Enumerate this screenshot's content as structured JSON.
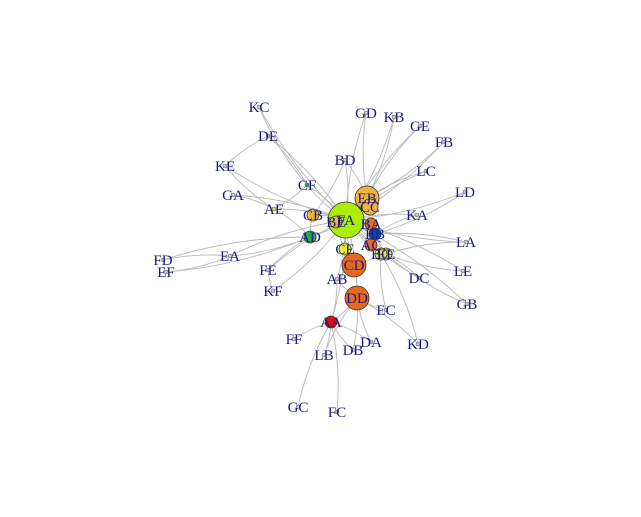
{
  "graph": {
    "nodes": [
      {
        "id": "FA",
        "label": "FA",
        "size": "huge",
        "color": "#aaee00"
      },
      {
        "id": "EB",
        "label": "EB",
        "size": "large",
        "color": "#f0b43c"
      },
      {
        "id": "CC",
        "label": "CC",
        "size": "medium",
        "color": "#f0b43c"
      },
      {
        "id": "CB",
        "label": "CB",
        "size": "small",
        "color": "#f0b43c"
      },
      {
        "id": "BE",
        "label": "BE",
        "size": "small",
        "color": "#f0b43c"
      },
      {
        "id": "CD",
        "label": "CD",
        "size": "large",
        "color": "#e8681e"
      },
      {
        "id": "DD",
        "label": "DD",
        "size": "large",
        "color": "#e8681e"
      },
      {
        "id": "BA",
        "label": "BA",
        "size": "small",
        "color": "#e8681e"
      },
      {
        "id": "AC",
        "label": "AC",
        "size": "small",
        "color": "#e8681e"
      },
      {
        "id": "CE",
        "label": "CE",
        "size": "small",
        "color": "#e8e830"
      },
      {
        "id": "EE",
        "label": "EE",
        "size": "small",
        "color": "#e8e830"
      },
      {
        "id": "BC",
        "label": "BC",
        "size": "small",
        "color": "#e8e830"
      },
      {
        "id": "AD",
        "label": "AD",
        "size": "small",
        "color": "#22aa44"
      },
      {
        "id": "BB",
        "label": "BB",
        "size": "small",
        "color": "#1144aa"
      },
      {
        "id": "AA",
        "label": "AA",
        "size": "small",
        "color": "#e01010"
      },
      {
        "id": "AE",
        "label": "AE",
        "size": "tiny",
        "color": "#e8e830"
      },
      {
        "id": "CF",
        "label": "CF",
        "size": "tiny",
        "color": "#22aa44"
      },
      {
        "id": "EA",
        "label": "EA",
        "size": "tiny",
        "color": "#cccccc"
      },
      {
        "id": "FD",
        "label": "FD",
        "size": "tiny",
        "color": "#cccccc"
      },
      {
        "id": "EF",
        "label": "EF",
        "size": "tiny",
        "color": "#cccccc"
      },
      {
        "id": "AB",
        "label": "AB",
        "size": "tiny",
        "color": "#cccccc"
      },
      {
        "id": "FE",
        "label": "FE",
        "size": "tiny",
        "color": "#cccccc"
      },
      {
        "id": "KF",
        "label": "KF",
        "size": "tiny",
        "color": "#cccccc"
      },
      {
        "id": "FF",
        "label": "FF",
        "size": "tiny",
        "color": "#cccccc"
      },
      {
        "id": "LB",
        "label": "LB",
        "size": "tiny",
        "color": "#cccccc"
      },
      {
        "id": "DB",
        "label": "DB",
        "size": "tiny",
        "color": "#cccccc"
      },
      {
        "id": "DA",
        "label": "DA",
        "size": "tiny",
        "color": "#cccccc"
      },
      {
        "id": "KD",
        "label": "KD",
        "size": "tiny",
        "color": "#cccccc"
      },
      {
        "id": "EC",
        "label": "EC",
        "size": "tiny",
        "color": "#cccccc"
      },
      {
        "id": "GC",
        "label": "GC",
        "size": "tiny",
        "color": "#cccccc"
      },
      {
        "id": "FC",
        "label": "FC",
        "size": "tiny",
        "color": "#cccccc"
      },
      {
        "id": "DC",
        "label": "DC",
        "size": "tiny",
        "color": "#cccccc"
      },
      {
        "id": "GB",
        "label": "GB",
        "size": "tiny",
        "color": "#cccccc"
      },
      {
        "id": "LE",
        "label": "LE",
        "size": "tiny",
        "color": "#cccccc"
      },
      {
        "id": "LA",
        "label": "LA",
        "size": "tiny",
        "color": "#cccccc"
      },
      {
        "id": "LD",
        "label": "LD",
        "size": "tiny",
        "color": "#cccccc"
      },
      {
        "id": "KA",
        "label": "KA",
        "size": "tiny",
        "color": "#cccccc"
      },
      {
        "id": "LC",
        "label": "LC",
        "size": "tiny",
        "color": "#cccccc"
      },
      {
        "id": "FB",
        "label": "FB",
        "size": "tiny",
        "color": "#cccccc"
      },
      {
        "id": "GE",
        "label": "GE",
        "size": "tiny",
        "color": "#cccccc"
      },
      {
        "id": "KB",
        "label": "KB",
        "size": "tiny",
        "color": "#cccccc"
      },
      {
        "id": "GD",
        "label": "GD",
        "size": "tiny",
        "color": "#cccccc"
      },
      {
        "id": "BD",
        "label": "BD",
        "size": "tiny",
        "color": "#cccccc"
      },
      {
        "id": "KC",
        "label": "KC",
        "size": "tiny",
        "color": "#cccccc"
      },
      {
        "id": "DE",
        "label": "DE",
        "size": "tiny",
        "color": "#cccccc"
      },
      {
        "id": "KE",
        "label": "KE",
        "size": "tiny",
        "color": "#cccccc"
      },
      {
        "id": "GA",
        "label": "GA",
        "size": "tiny",
        "color": "#cccccc"
      }
    ],
    "edges": [
      [
        "FA",
        "EB"
      ],
      [
        "FA",
        "CC"
      ],
      [
        "FA",
        "CB"
      ],
      [
        "FA",
        "BE"
      ],
      [
        "FA",
        "CD"
      ],
      [
        "FA",
        "DD"
      ],
      [
        "FA",
        "BA"
      ],
      [
        "FA",
        "AC"
      ],
      [
        "FA",
        "CE"
      ],
      [
        "FA",
        "EE"
      ],
      [
        "FA",
        "BC"
      ],
      [
        "FA",
        "AD"
      ],
      [
        "FA",
        "BB"
      ],
      [
        "FA",
        "AA"
      ],
      [
        "FA",
        "AE"
      ],
      [
        "FA",
        "CF"
      ],
      [
        "FA",
        "EA"
      ],
      [
        "FA",
        "AB"
      ],
      [
        "FA",
        "FE"
      ],
      [
        "FA",
        "KF"
      ],
      [
        "FA",
        "GA"
      ],
      [
        "FA",
        "KE"
      ],
      [
        "FA",
        "DE"
      ],
      [
        "FA",
        "KC"
      ],
      [
        "FA",
        "BD"
      ],
      [
        "FA",
        "GD"
      ],
      [
        "FA",
        "KB"
      ],
      [
        "FA",
        "GE"
      ],
      [
        "FA",
        "FB"
      ],
      [
        "FA",
        "LC"
      ],
      [
        "FA",
        "LD"
      ],
      [
        "FA",
        "KA"
      ],
      [
        "FA",
        "LA"
      ],
      [
        "FA",
        "LE"
      ],
      [
        "FA",
        "DC"
      ],
      [
        "FA",
        "GB"
      ],
      [
        "EB",
        "CC"
      ],
      [
        "EB",
        "GD"
      ],
      [
        "EB",
        "KB"
      ],
      [
        "EB",
        "GE"
      ],
      [
        "EB",
        "FB"
      ],
      [
        "EB",
        "LC"
      ],
      [
        "EB",
        "BD"
      ],
      [
        "CC",
        "BB"
      ],
      [
        "CC",
        "AC"
      ],
      [
        "BE",
        "BA"
      ],
      [
        "BE",
        "CE"
      ],
      [
        "BA",
        "AC"
      ],
      [
        "BA",
        "EE"
      ],
      [
        "CD",
        "DD"
      ],
      [
        "CD",
        "AB"
      ],
      [
        "CD",
        "CE"
      ],
      [
        "CD",
        "BC"
      ],
      [
        "DD",
        "AA"
      ],
      [
        "DD",
        "EC"
      ],
      [
        "DD",
        "KD"
      ],
      [
        "DD",
        "DA"
      ],
      [
        "DD",
        "DB"
      ],
      [
        "DD",
        "LB"
      ],
      [
        "DD",
        "AB"
      ],
      [
        "AA",
        "FF"
      ],
      [
        "AA",
        "LB"
      ],
      [
        "AA",
        "DB"
      ],
      [
        "AA",
        "DA"
      ],
      [
        "AA",
        "GC"
      ],
      [
        "AA",
        "FC"
      ],
      [
        "AA",
        "AB"
      ],
      [
        "AD",
        "EA"
      ],
      [
        "AD",
        "FD"
      ],
      [
        "AD",
        "EF"
      ],
      [
        "AD",
        "AE"
      ],
      [
        "AD",
        "CB"
      ],
      [
        "EA",
        "FD"
      ],
      [
        "EA",
        "EF"
      ],
      [
        "AE",
        "GA"
      ],
      [
        "AE",
        "KE"
      ],
      [
        "AE",
        "CF"
      ],
      [
        "CF",
        "FA"
      ],
      [
        "CF",
        "DE"
      ],
      [
        "CF",
        "KC"
      ],
      [
        "CB",
        "BD"
      ],
      [
        "EE",
        "DC"
      ],
      [
        "EE",
        "LE"
      ],
      [
        "EE",
        "LA"
      ],
      [
        "EE",
        "GB"
      ],
      [
        "BB",
        "KA"
      ],
      [
        "BB",
        "LD"
      ],
      [
        "BB",
        "LA"
      ],
      [
        "BC",
        "EC"
      ],
      [
        "BC",
        "KD"
      ],
      [
        "FE",
        "KF"
      ],
      [
        "FE",
        "AD"
      ],
      [
        "DE",
        "KE"
      ]
    ]
  }
}
